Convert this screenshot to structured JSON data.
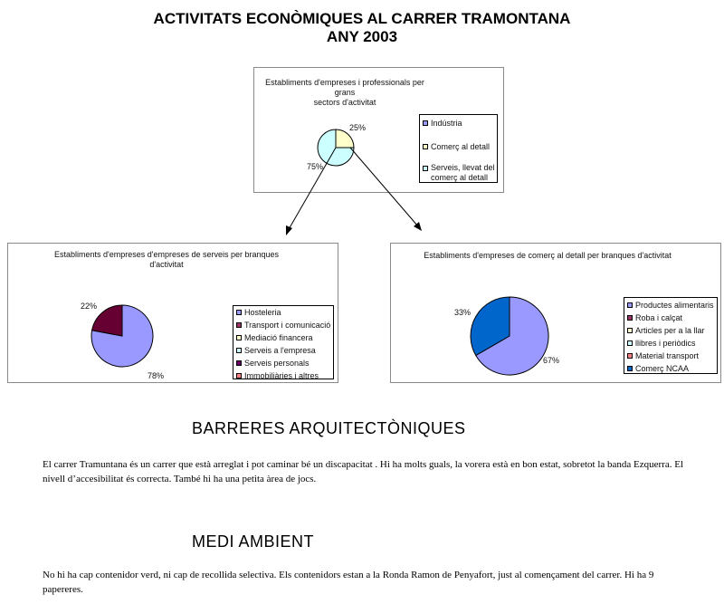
{
  "title": {
    "line1": "ACTIVITATS ECONÒMIQUES AL CARRER TRAMONTANA",
    "line2": "ANY 2003"
  },
  "colors": {
    "lavender": "#9999ff",
    "maroon": "#993366",
    "cream": "#ffffcc",
    "lightcyan": "#ccffff",
    "purple": "#660066",
    "salmon": "#ff8080",
    "blue": "#0066cc"
  },
  "chart_data": [
    {
      "type": "pie",
      "title": "Establiments d'empreses i professionals per grans sectors d'activitat",
      "categories": [
        "Indústria",
        "Comerç al detall",
        "Serveis, llevat del comerç al detall"
      ],
      "values": [
        0,
        25,
        75
      ],
      "labels": [
        "",
        "25%",
        "75%"
      ],
      "colors": [
        "#9999ff",
        "#ffffcc",
        "#ccffff"
      ],
      "legend": "right"
    },
    {
      "type": "pie",
      "title": "Establiments d'empreses d'empreses de serveis per branques d'activitat",
      "categories": [
        "Hosteleria",
        "Transport i comunicació",
        "Mediació financera",
        "Serveis a l'empresa",
        "Serveis personals",
        "Immobiliàries i altres"
      ],
      "values": [
        78,
        22,
        0,
        0,
        0,
        0
      ],
      "labels": [
        "78%",
        "22%",
        "",
        "",
        "",
        ""
      ],
      "colors": [
        "#9999ff",
        "#993366",
        "#ffffcc",
        "#ccffff",
        "#660066",
        "#ff8080"
      ],
      "legend": "right"
    },
    {
      "type": "pie",
      "title": "Establiments d'empreses de comerç al detall per branques d'activitat",
      "categories": [
        "Productes alimentaris",
        "Roba i calçat",
        "Articles per a la llar",
        "llibres i periòdics",
        "Material transport",
        "Comerç NCAA"
      ],
      "values": [
        67,
        0,
        0,
        0,
        0,
        33
      ],
      "labels": [
        "67%",
        "",
        "",
        "",
        "",
        "33%"
      ],
      "colors": [
        "#9999ff",
        "#993366",
        "#ffffcc",
        "#ccffff",
        "#ff8080",
        "#0066cc"
      ],
      "legend": "right"
    }
  ],
  "chart_titles": {
    "top": [
      "Establiments d'empreses i professionals per grans",
      "sectors d'activitat"
    ],
    "left": [
      "Establiments d'empreses d'empreses de serveis per branques",
      "d'activitat"
    ],
    "right": [
      "Establiments d'empreses de comerç al detall per branques d'activitat"
    ]
  },
  "sections": {
    "barreres": {
      "heading": "BARRERES  ARQUITECTÒNIQUES",
      "text": "El carrer Tramuntana és un carrer que està arreglat i pot caminar bé un discapacitat . Hi ha molts guals, la vorera està en bon estat, sobretot la banda Ezquerra. El nivell d’accesibilitat  és correcta. També hi ha una petita àrea de jocs."
    },
    "medi": {
      "heading": "MEDI AMBIENT",
      "text": "No hi ha cap contenidor verd, ni cap de recollida selectiva. Els contenidors estan a la Ronda Ramon de Penyafort, just al començament del carrer. Hi ha 9 papereres."
    }
  }
}
